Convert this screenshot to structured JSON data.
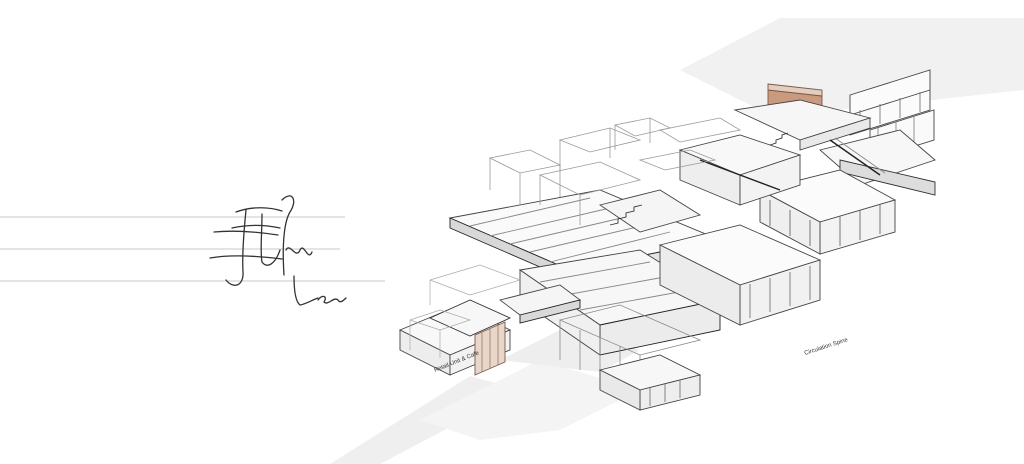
{
  "signature": {
    "text": "Fu Lee"
  },
  "annotations": [
    {
      "id": "left-note",
      "text": "Retail Unit & Cafe"
    },
    {
      "id": "right-note",
      "text": "Circulation Spine"
    }
  ],
  "colors": {
    "background": "#ffffff",
    "ink": "#3a3a3a",
    "light_ink": "#9a9a9a",
    "ground": "#ececec",
    "accent_wall": "#c99a7e"
  }
}
